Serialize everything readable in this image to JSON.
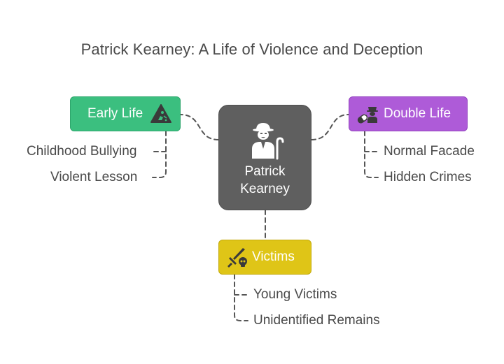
{
  "title": "Patrick Kearney: A Life of Violence and Deception",
  "center": {
    "line1": "Patrick",
    "line2": "Kearney",
    "icon": "gentleman-with-cane-icon"
  },
  "branches": [
    {
      "id": "early-life",
      "label": "Early Life",
      "icon": "warning-triangle-icon",
      "color": "#3bbf7f",
      "items": [
        "Childhood Bullying",
        "Violent Lesson"
      ]
    },
    {
      "id": "double-life",
      "label": "Double Life",
      "icon": "spy-pill-icon",
      "color": "#ae5bd8",
      "items": [
        "Normal Facade",
        "Hidden Crimes"
      ]
    },
    {
      "id": "victims",
      "label": "Victims",
      "icon": "sword-skull-icon",
      "color": "#dfc517",
      "items": [
        "Young Victims",
        "Unidentified Remains"
      ]
    }
  ],
  "colors": {
    "center": "#5f5f5f",
    "text": "#4a4a4a",
    "connector": "#555555"
  }
}
